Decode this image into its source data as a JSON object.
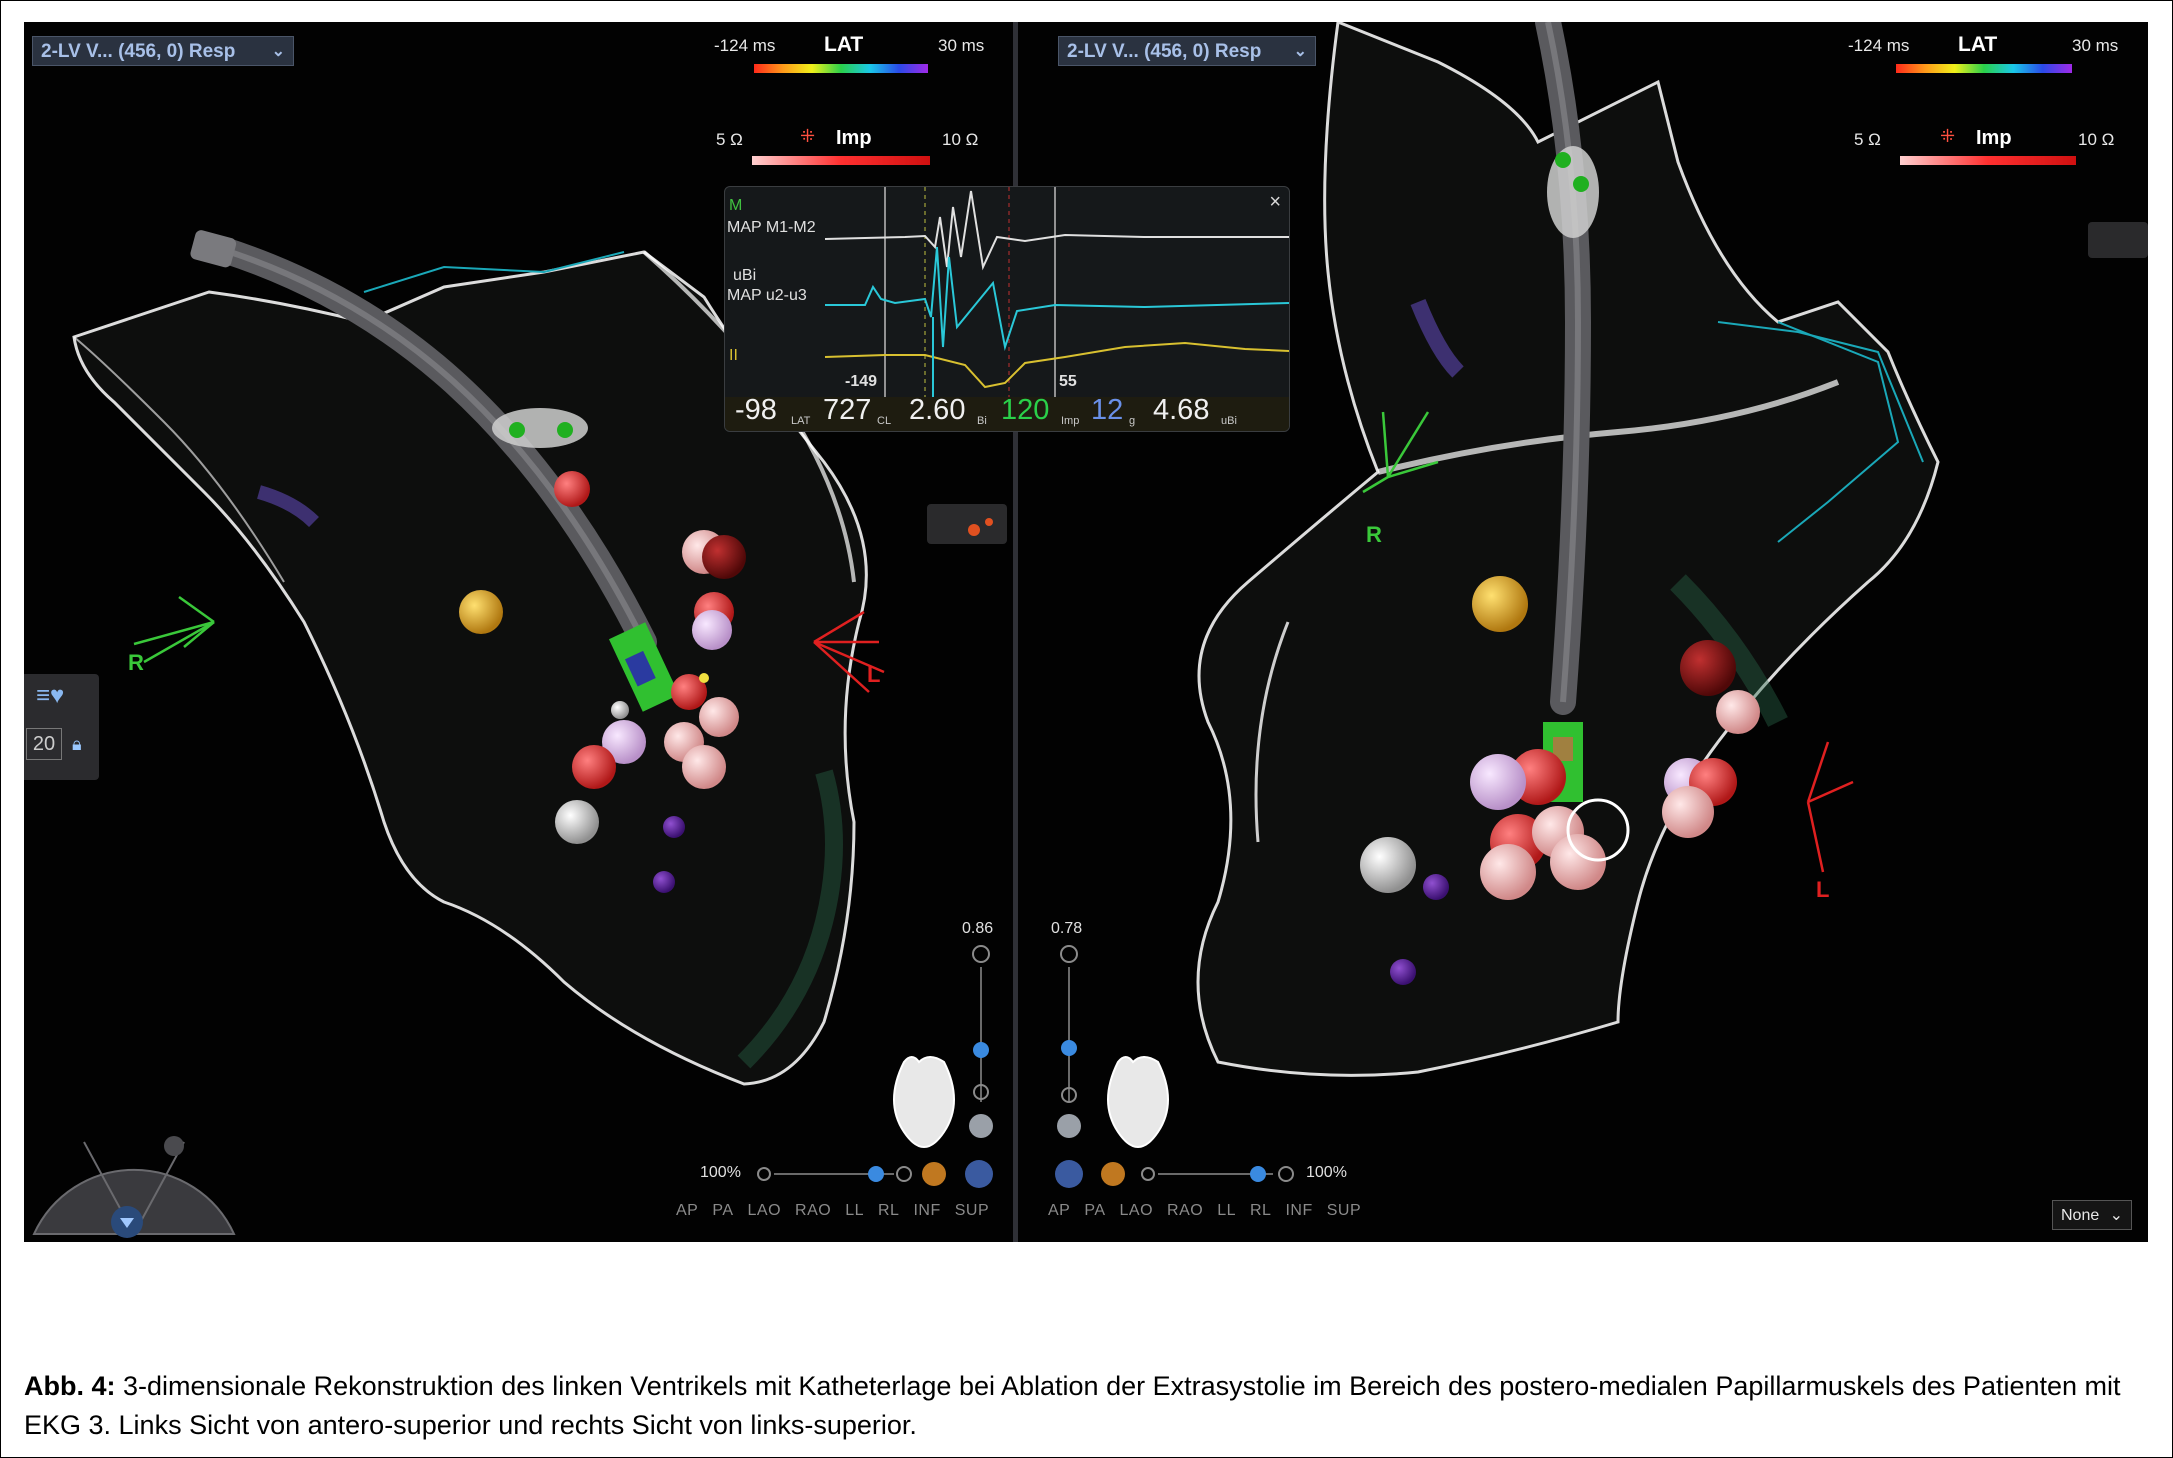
{
  "panes": {
    "left": {
      "map_selector": "2-LV V... (456, 0) Resp",
      "lat_scale": {
        "min": "-124 ms",
        "title": "LAT",
        "max": "30 ms"
      },
      "imp_scale": {
        "min": "5 Ω",
        "title": "Imp",
        "max": "10 Ω"
      },
      "arrow_labels": {
        "right": "R",
        "left": "L"
      },
      "transparency": "0.86",
      "zoom": "100%",
      "view_buttons": [
        "AP",
        "PA",
        "LAO",
        "RAO",
        "LL",
        "RL",
        "INF",
        "SUP"
      ],
      "side_tool_value": "20"
    },
    "right": {
      "map_selector": "2-LV V... (456, 0) Resp",
      "lat_scale": {
        "min": "-124 ms",
        "title": "LAT",
        "max": "30 ms"
      },
      "imp_scale": {
        "min": "5 Ω",
        "title": "Imp",
        "max": "10 Ω"
      },
      "arrow_labels": {
        "right": "R",
        "left": "L"
      },
      "transparency": "0.78",
      "zoom": "100%",
      "view_buttons": [
        "AP",
        "PA",
        "LAO",
        "RAO",
        "LL",
        "RL",
        "INF",
        "SUP"
      ],
      "dropdown_none": "None"
    }
  },
  "signal_popup": {
    "channel_m": "M",
    "trace1": "MAP M1-M2",
    "trace2a": "uBi",
    "trace2b": "MAP u2-u3",
    "trace3": "II",
    "marker_left": "-149",
    "marker_right": "55",
    "readouts": [
      {
        "value": "-98",
        "unit": "LAT"
      },
      {
        "value": "727",
        "unit": "CL"
      },
      {
        "value": "2.60",
        "unit": "Bi"
      },
      {
        "value": "120",
        "unit": "Imp"
      },
      {
        "value": "12",
        "unit": "g"
      },
      {
        "value": "4.68",
        "unit": "uBi"
      }
    ],
    "close": "×"
  },
  "caption": {
    "label": "Abb. 4:",
    "text": " 3-dimensionale Rekonstruktion des linken Ventrikels mit Katheterlage bei Ablation der Extrasystolie im Bereich des postero-medialen Papillarmuskels des Patienten mit EKG 3. Links Sicht von antero-superior und rechts Sicht von links-superior."
  },
  "colors": {
    "background": "#020202",
    "accent_blue": "#a8c0e8",
    "lat_green": "#2ad04a",
    "r_arrow": "#3ac83a",
    "l_arrow": "#e02020"
  }
}
